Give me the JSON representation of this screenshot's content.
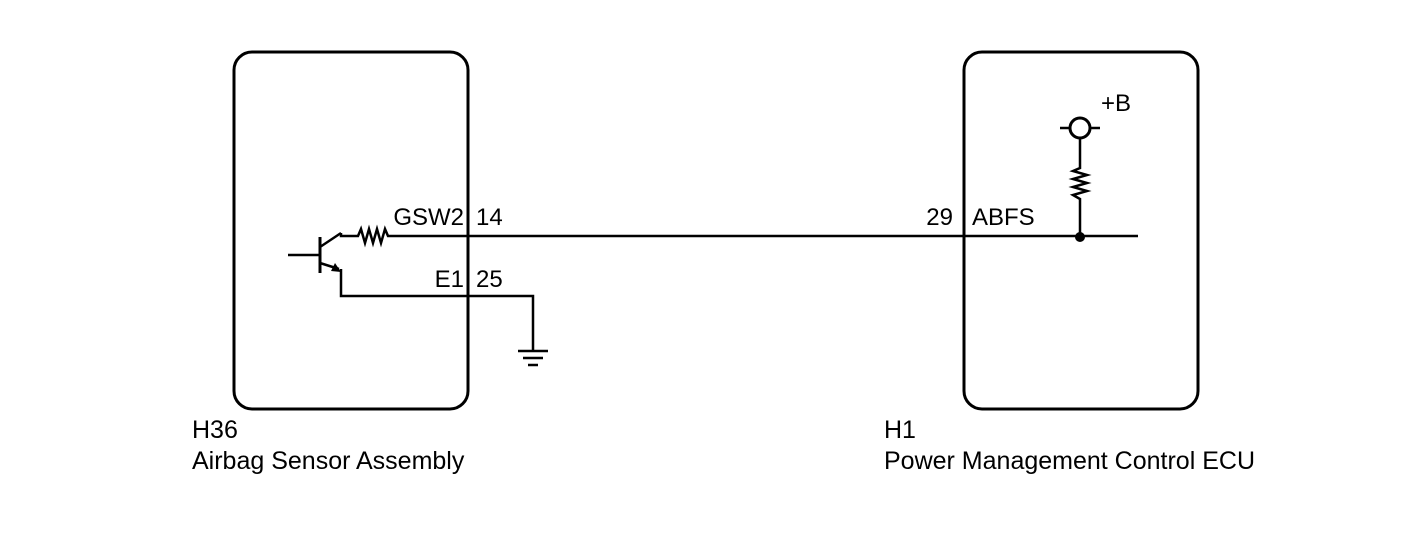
{
  "left_component": {
    "code": "H36",
    "name": "Airbag Sensor Assembly",
    "pin_signal": {
      "name": "GSW2",
      "number": "14"
    },
    "pin_ground": {
      "name": "E1",
      "number": "25"
    }
  },
  "right_component": {
    "code": "H1",
    "name": "Power Management Control ECU",
    "pin_signal": {
      "name": "ABFS",
      "number": "29"
    },
    "supply_label": "+B"
  }
}
